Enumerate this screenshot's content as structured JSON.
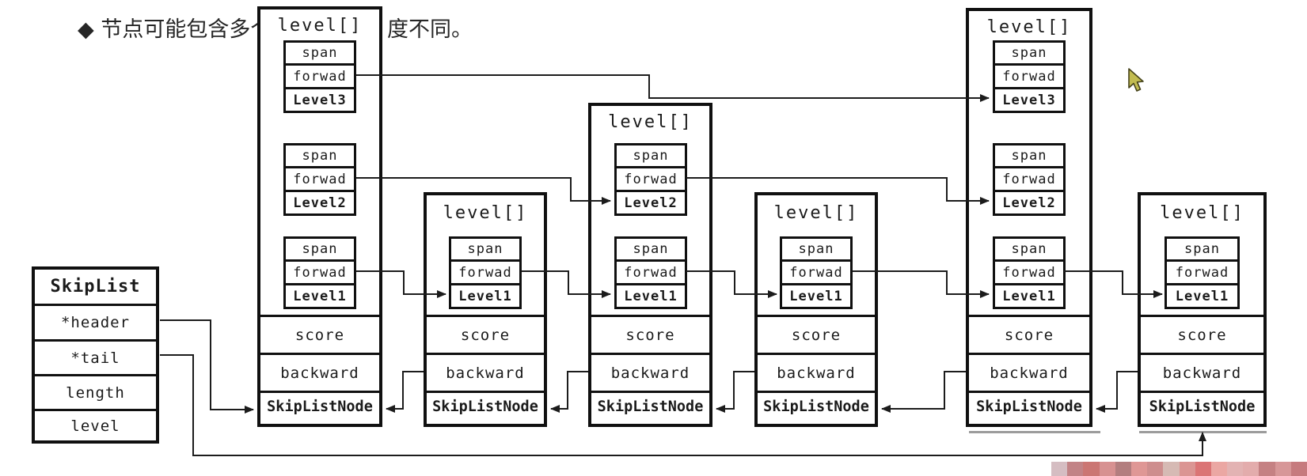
{
  "heading": {
    "fragment_left": "◆ 节点可能包含多个",
    "fragment_right": "度不同。"
  },
  "skiplist_box": {
    "title": "SkipList",
    "fields": [
      {
        "label": "*header"
      },
      {
        "label": "*tail"
      },
      {
        "label": "length"
      },
      {
        "label": "level"
      }
    ]
  },
  "node_labels": {
    "array_title": "level[]",
    "span": "span",
    "forward": "forwad",
    "score": "score",
    "backward": "backward",
    "footer": "SkipListNode"
  },
  "nodes": [
    {
      "id": "node-1",
      "levels": [
        "Level3",
        "Level2",
        "Level1"
      ]
    },
    {
      "id": "node-2",
      "levels": [
        "Level1"
      ]
    },
    {
      "id": "node-3",
      "levels": [
        "Level2",
        "Level1"
      ]
    },
    {
      "id": "node-4",
      "levels": [
        "Level1"
      ]
    },
    {
      "id": "node-5",
      "levels": [
        "Level3",
        "Level2",
        "Level1"
      ]
    },
    {
      "id": "node-6",
      "levels": [
        "Level1"
      ]
    }
  ],
  "cursor": {
    "icon": "mouse-pointer",
    "fill": "#c2bc50",
    "outline": "#45421a"
  },
  "colors": {
    "ink": "#1a1a1a",
    "line": "#1c1c1c",
    "shadow": "#9c9c9c"
  },
  "pixel_bar_colors": [
    "#d5bdc2",
    "#c28386",
    "#cb7673",
    "#d79191",
    "#b37e7f",
    "#df9795",
    "#ce8e8e",
    "#d6bab4",
    "#db9593",
    "#db7475",
    "#eba7a3",
    "#e3b3b3",
    "#e3acac",
    "#c58183",
    "#d79798",
    "#c67b7e"
  ]
}
